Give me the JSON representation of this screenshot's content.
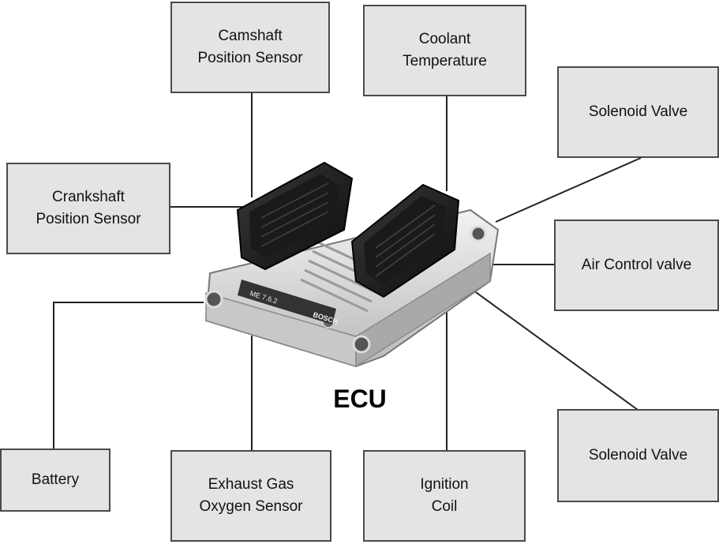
{
  "components": {
    "camshaft": "Camshaft\nPosition Sensor",
    "coolant": "Coolant\nTemperature",
    "solenoid_top": "Solenoid Valve",
    "crankshaft": "Crankshaft\nPosition Sensor",
    "air_control": "Air Control valve",
    "solenoid_bottom": "Solenoid Valve",
    "battery": "Battery",
    "exhaust": "Exhaust Gas\nOxygen Sensor",
    "ignition": "Ignition\nCoil"
  },
  "center": {
    "label": "ECU",
    "brand": "BOSCH",
    "model": "ME 7.6.2"
  }
}
